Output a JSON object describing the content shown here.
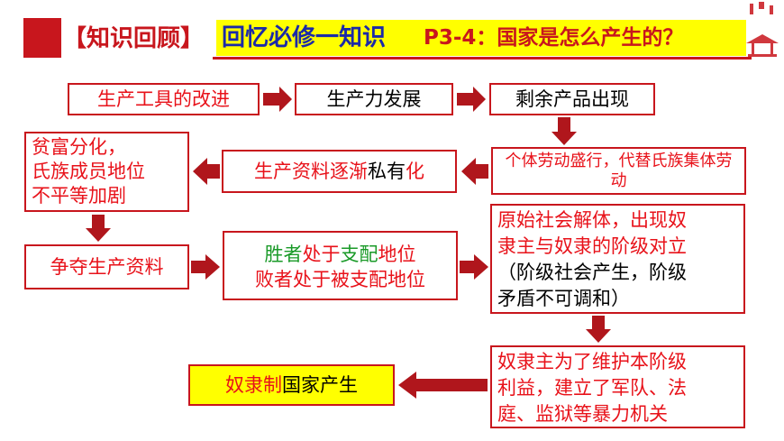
{
  "header": {
    "section_label": "【知识回顾】",
    "main_title": "回忆必修一知识",
    "subtitle": "P3-4：国家是怎么产生的？"
  },
  "nodes": {
    "tools": "生产工具的改进",
    "productivity": "生产力发展",
    "surplus": "剩余产品出现",
    "individual_labor": "个体劳动盛行，代替氏族集体劳动",
    "private_part1": "生产资料逐渐",
    "private_part2": "私有",
    "private_part3": "化",
    "inequality_line1": "贫富分化，",
    "inequality_line2": "氏族成员地位",
    "inequality_line3": "不平等加剧",
    "struggle": "争夺生产资料",
    "winners_part1": "胜者",
    "winners_part2": "处于",
    "winners_part3": "支配",
    "winners_part4": "地位",
    "losers": "败者处于被支配地位",
    "class_line1": "原始社会解体，出现奴",
    "class_line2": "隶主与奴隶的阶级对立",
    "class_line3": "（阶级社会产生，阶级",
    "class_line4": "矛盾不可调和）",
    "state_tools_line1": "奴隶主为了维护本阶级",
    "state_tools_line2": "利益，建立了军队、法",
    "state_tools_line3": "庭、监狱等暴力机关",
    "result_part1": "奴隶制",
    "result_part2": "国家产生"
  },
  "colors": {
    "accent_red": "#c8161d",
    "text_red": "#e8121a",
    "text_green": "#1a9a28",
    "title_blue": "#1b2aa8",
    "banner_yellow": "#ffff00",
    "arrow_fill": "#b0161c"
  }
}
